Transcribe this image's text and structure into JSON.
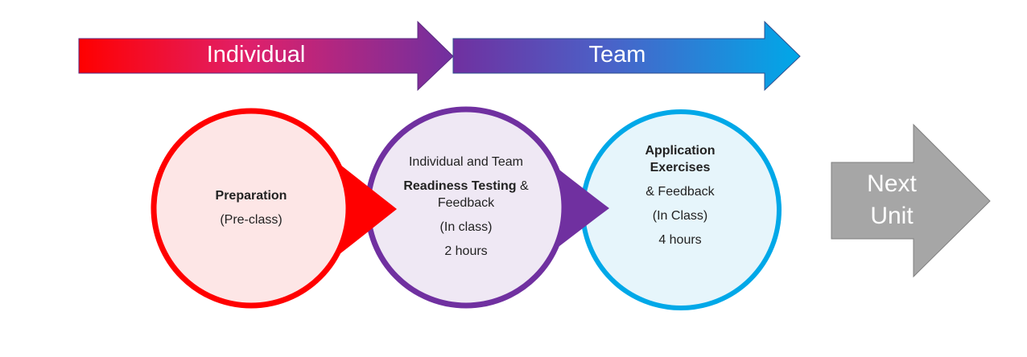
{
  "phases": {
    "individual": {
      "label": "Individual"
    },
    "team": {
      "label": "Team"
    }
  },
  "stages": {
    "preparation": {
      "title": "Preparation",
      "timing": "(Pre-class)"
    },
    "readiness": {
      "intro": "Individual and Team",
      "title": "Readiness Testing",
      "title_suffix": "&",
      "feedback": "Feedback",
      "timing": "(In class)",
      "duration": "2 hours"
    },
    "application": {
      "title_line1": "Application",
      "title_line2": "Exercises",
      "feedback": "& Feedback",
      "timing": "(In Class)",
      "duration": "4 hours"
    }
  },
  "next": {
    "line1": "Next",
    "line2": "Unit"
  },
  "colors": {
    "red": "#ff0000",
    "purple": "#7030a0",
    "blue": "#00a8e8",
    "gray": "#a6a6a6",
    "prep_fill": "#fde6e6",
    "readiness_fill": "#efe8f4",
    "application_fill": "#e6f5fb"
  }
}
